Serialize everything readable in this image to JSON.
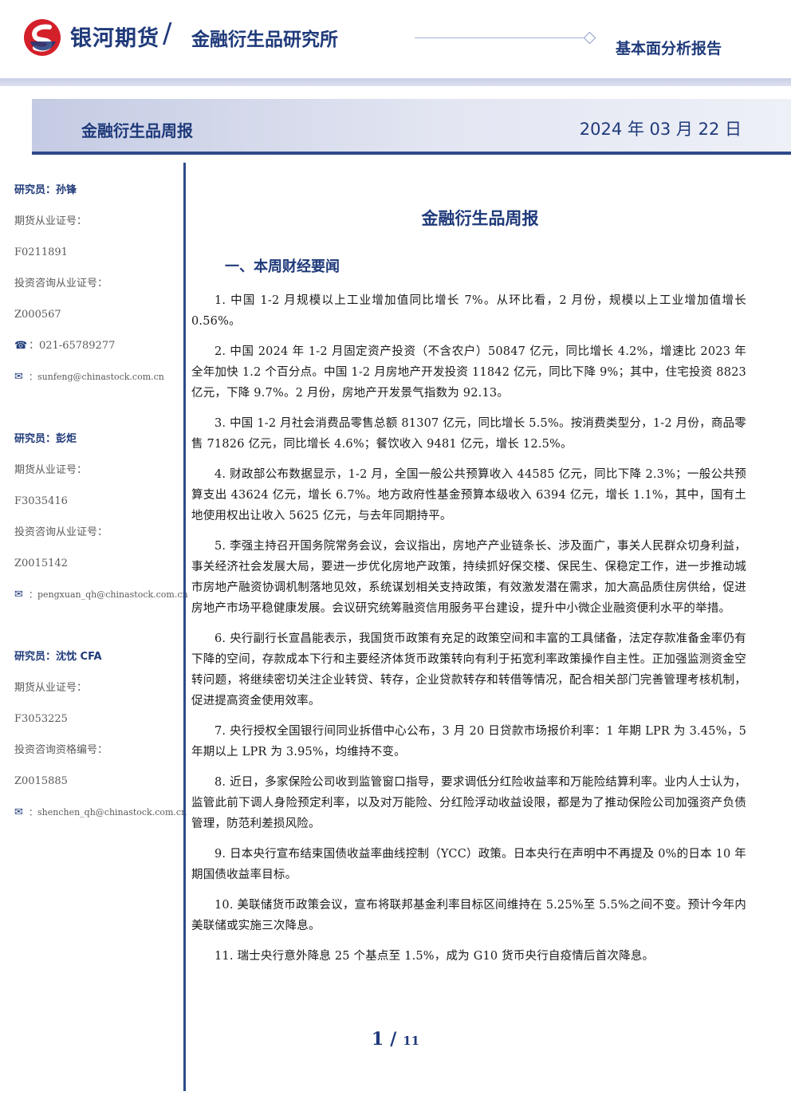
{
  "header": {
    "brand_name": "银河期货",
    "slash": "/",
    "department": "金融衍生品研究所",
    "report_type": "基本面分析报告",
    "colors": {
      "brand_blue": "#1f3a7a",
      "logo_red": "#d3202a"
    }
  },
  "title_bar": {
    "title": "金融衍生品周报",
    "date": "2024 年 03 月 22 日"
  },
  "sidebar": {
    "researchers": [
      {
        "heading": "研究员：孙锋",
        "license_label": "期货从业证号：",
        "license": "F0211891",
        "consult_label": "投资咨询从业证号：",
        "consult": "Z000567",
        "phone_icon": "☎",
        "phone": "：021-65789277",
        "mail_icon": "✉",
        "email": "：sunfeng@chinastock.com.cn"
      },
      {
        "heading": "研究员：彭炬",
        "license_label": "期货从业证号：",
        "license": "F3035416",
        "consult_label": "投资咨询从业证号：",
        "consult": "Z0015142",
        "mail_icon": "✉",
        "email": "：pengxuan_qh@chinastock.com.cn"
      },
      {
        "heading": "研究员：沈忱  CFA",
        "license_label": "期货从业证号：",
        "license": "F3053225",
        "consult_label": "投资咨询资格编号：",
        "consult": "Z0015885",
        "mail_icon": "✉",
        "email": "：shenchen_qh@chinastock.com.cn"
      }
    ]
  },
  "main": {
    "title": "金融衍生品周报",
    "section": "一、本周财经要闻",
    "items": [
      "1. 中国 1-2 月规模以上工业增加值同比增长 7%。从环比看，2 月份，规模以上工业增加值增长 0.56%。",
      "2. 中国 2024 年 1-2 月固定资产投资（不含农户）50847 亿元，同比增长 4.2%，增速比 2023 年全年加快 1.2 个百分点。中国 1-2 月房地产开发投资 11842 亿元，同比下降 9%；其中，住宅投资 8823 亿元，下降 9.7%。2 月份，房地产开发景气指数为 92.13。",
      "3. 中国 1-2 月社会消费品零售总额 81307 亿元，同比增长 5.5%。按消费类型分，1-2 月份，商品零售 71826 亿元，同比增长 4.6%；餐饮收入 9481 亿元，增长 12.5%。",
      "4. 财政部公布数据显示，1-2 月，全国一般公共预算收入 44585 亿元，同比下降 2.3%；一般公共预算支出 43624 亿元，增长 6.7%。地方政府性基金预算本级收入 6394 亿元，增长 1.1%，其中，国有土地使用权出让收入 5625 亿元，与去年同期持平。",
      "5. 李强主持召开国务院常务会议，会议指出，房地产产业链条长、涉及面广，事关人民群众切身利益，事关经济社会发展大局，要进一步优化房地产政策，持续抓好保交楼、保民生、保稳定工作，进一步推动城市房地产融资协调机制落地见效，系统谋划相关支持政策，有效激发潜在需求，加大高品质住房供给，促进房地产市场平稳健康发展。会议研究统筹融资信用服务平台建设，提升中小微企业融资便利水平的举措。",
      "6. 央行副行长宣昌能表示，我国货币政策有充足的政策空间和丰富的工具储备，法定存款准备金率仍有下降的空间，存款成本下行和主要经济体货币政策转向有利于拓宽利率政策操作自主性。正加强监测资金空转问题，将继续密切关注企业转贷、转存，企业贷款转存和转借等情况，配合相关部门完善管理考核机制，促进提高资金使用效率。",
      "7. 央行授权全国银行间同业拆借中心公布，3 月 20 日贷款市场报价利率：1 年期 LPR 为 3.45%，5 年期以上 LPR 为 3.95%，均维持不变。",
      "8. 近日，多家保险公司收到监管窗口指导，要求调低分红险收益率和万能险结算利率。业内人士认为，监管此前下调人身险预定利率，以及对万能险、分红险浮动收益设限，都是为了推动保险公司加强资产负债管理，防范利差损风险。",
      "9. 日本央行宣布结束国债收益率曲线控制（YCC）政策。日本央行在声明中不再提及 0%的日本 10 年期国债收益率目标。",
      "10. 美联储货币政策会议，宣布将联邦基金利率目标区间维持在 5.25%至 5.5%之间不变。预计今年内美联储或实施三次降息。",
      "11. 瑞士央行意外降息 25 个基点至 1.5%，成为 G10 货币央行自疫情后首次降息。"
    ]
  },
  "footer": {
    "page": "1",
    "sep": "/",
    "total": "11"
  }
}
